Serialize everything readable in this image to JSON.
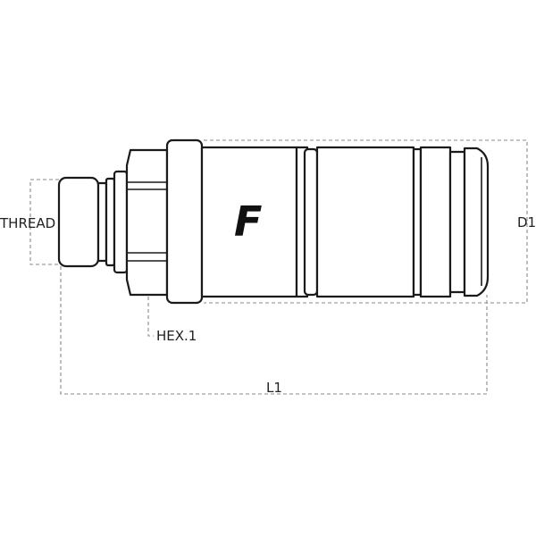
{
  "labels": {
    "thread": "THREAD",
    "hex": "HEX.1",
    "length": "L1",
    "diameter": "D1"
  },
  "logo": {
    "letter": "F",
    "watermark_icon": "k-watermark-icon"
  },
  "colors": {
    "outline": "#1a1a1a",
    "dimension": "#8a8a8a",
    "watermark": "#d6d6d6"
  }
}
